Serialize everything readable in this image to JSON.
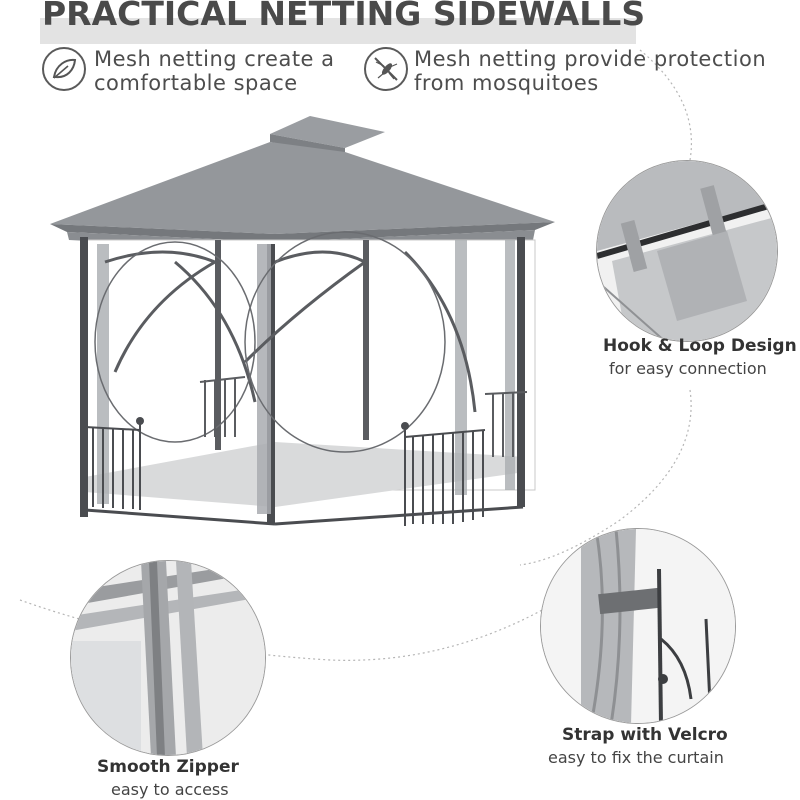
{
  "header": {
    "title": "PRACTICAL NETTING SIDEWALLS"
  },
  "features": [
    {
      "icon": "leaf-icon",
      "line1": "Mesh netting create a",
      "line2": "comfortable space"
    },
    {
      "icon": "no-mosquito-icon",
      "line1": "Mesh netting provide protection",
      "line2": "from mosquitoes"
    }
  ],
  "details": [
    {
      "title": "Hook & Loop Design",
      "subtitle": "for easy connection"
    },
    {
      "title": "Smooth Zipper",
      "subtitle": "easy to access"
    },
    {
      "title": "Strap with Velcro",
      "subtitle": "easy to fix the curtain"
    }
  ],
  "colors": {
    "canopy": "#8f9296",
    "frame": "#4a4c50",
    "netting": "#a9acb0",
    "text": "#3a3a3a"
  }
}
